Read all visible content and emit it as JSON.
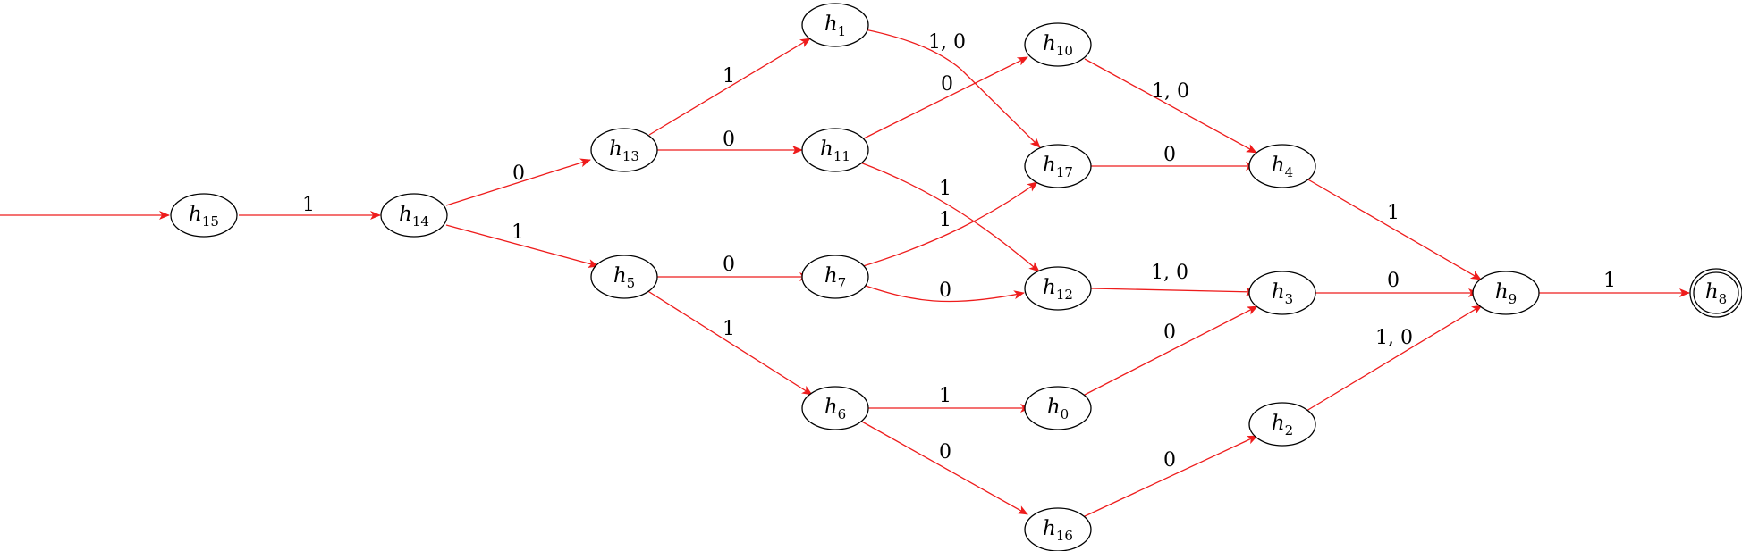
{
  "diagram": {
    "type": "state-transition-graph",
    "edge_color": "#ee1c1c",
    "states": [
      {
        "id": "h15",
        "symbol": "h",
        "sub": "15"
      },
      {
        "id": "h14",
        "symbol": "h",
        "sub": "14"
      },
      {
        "id": "h13",
        "symbol": "h",
        "sub": "13"
      },
      {
        "id": "h5",
        "symbol": "h",
        "sub": "5"
      },
      {
        "id": "h1",
        "symbol": "h",
        "sub": "1"
      },
      {
        "id": "h11",
        "symbol": "h",
        "sub": "11"
      },
      {
        "id": "h7",
        "symbol": "h",
        "sub": "7"
      },
      {
        "id": "h6",
        "symbol": "h",
        "sub": "6"
      },
      {
        "id": "h10",
        "symbol": "h",
        "sub": "10"
      },
      {
        "id": "h17",
        "symbol": "h",
        "sub": "17"
      },
      {
        "id": "h12",
        "symbol": "h",
        "sub": "12"
      },
      {
        "id": "h0",
        "symbol": "h",
        "sub": "0"
      },
      {
        "id": "h16",
        "symbol": "h",
        "sub": "16"
      },
      {
        "id": "h4",
        "symbol": "h",
        "sub": "4"
      },
      {
        "id": "h3",
        "symbol": "h",
        "sub": "3"
      },
      {
        "id": "h2",
        "symbol": "h",
        "sub": "2"
      },
      {
        "id": "h9",
        "symbol": "h",
        "sub": "9"
      },
      {
        "id": "h8",
        "symbol": "h",
        "sub": "8",
        "accepting": true
      }
    ],
    "start_state": "h15",
    "transitions": [
      {
        "from": "h15",
        "to": "h14",
        "label": "1"
      },
      {
        "from": "h14",
        "to": "h13",
        "label": "0"
      },
      {
        "from": "h14",
        "to": "h5",
        "label": "1"
      },
      {
        "from": "h13",
        "to": "h1",
        "label": "1"
      },
      {
        "from": "h13",
        "to": "h11",
        "label": "0"
      },
      {
        "from": "h5",
        "to": "h7",
        "label": "0"
      },
      {
        "from": "h5",
        "to": "h6",
        "label": "1"
      },
      {
        "from": "h1",
        "to": "h17",
        "label": "1, 0"
      },
      {
        "from": "h11",
        "to": "h10",
        "label": "0"
      },
      {
        "from": "h11",
        "to": "h12",
        "label": "1"
      },
      {
        "from": "h7",
        "to": "h17",
        "label": "1"
      },
      {
        "from": "h7",
        "to": "h12",
        "label": "0"
      },
      {
        "from": "h6",
        "to": "h0",
        "label": "1"
      },
      {
        "from": "h6",
        "to": "h16",
        "label": "0"
      },
      {
        "from": "h10",
        "to": "h4",
        "label": "1, 0"
      },
      {
        "from": "h17",
        "to": "h4",
        "label": "0"
      },
      {
        "from": "h12",
        "to": "h3",
        "label": "1, 0"
      },
      {
        "from": "h0",
        "to": "h3",
        "label": "0"
      },
      {
        "from": "h16",
        "to": "h2",
        "label": "0"
      },
      {
        "from": "h4",
        "to": "h9",
        "label": "1"
      },
      {
        "from": "h3",
        "to": "h9",
        "label": "0"
      },
      {
        "from": "h2",
        "to": "h9",
        "label": "1, 0"
      },
      {
        "from": "h9",
        "to": "h8",
        "label": "1"
      }
    ]
  }
}
